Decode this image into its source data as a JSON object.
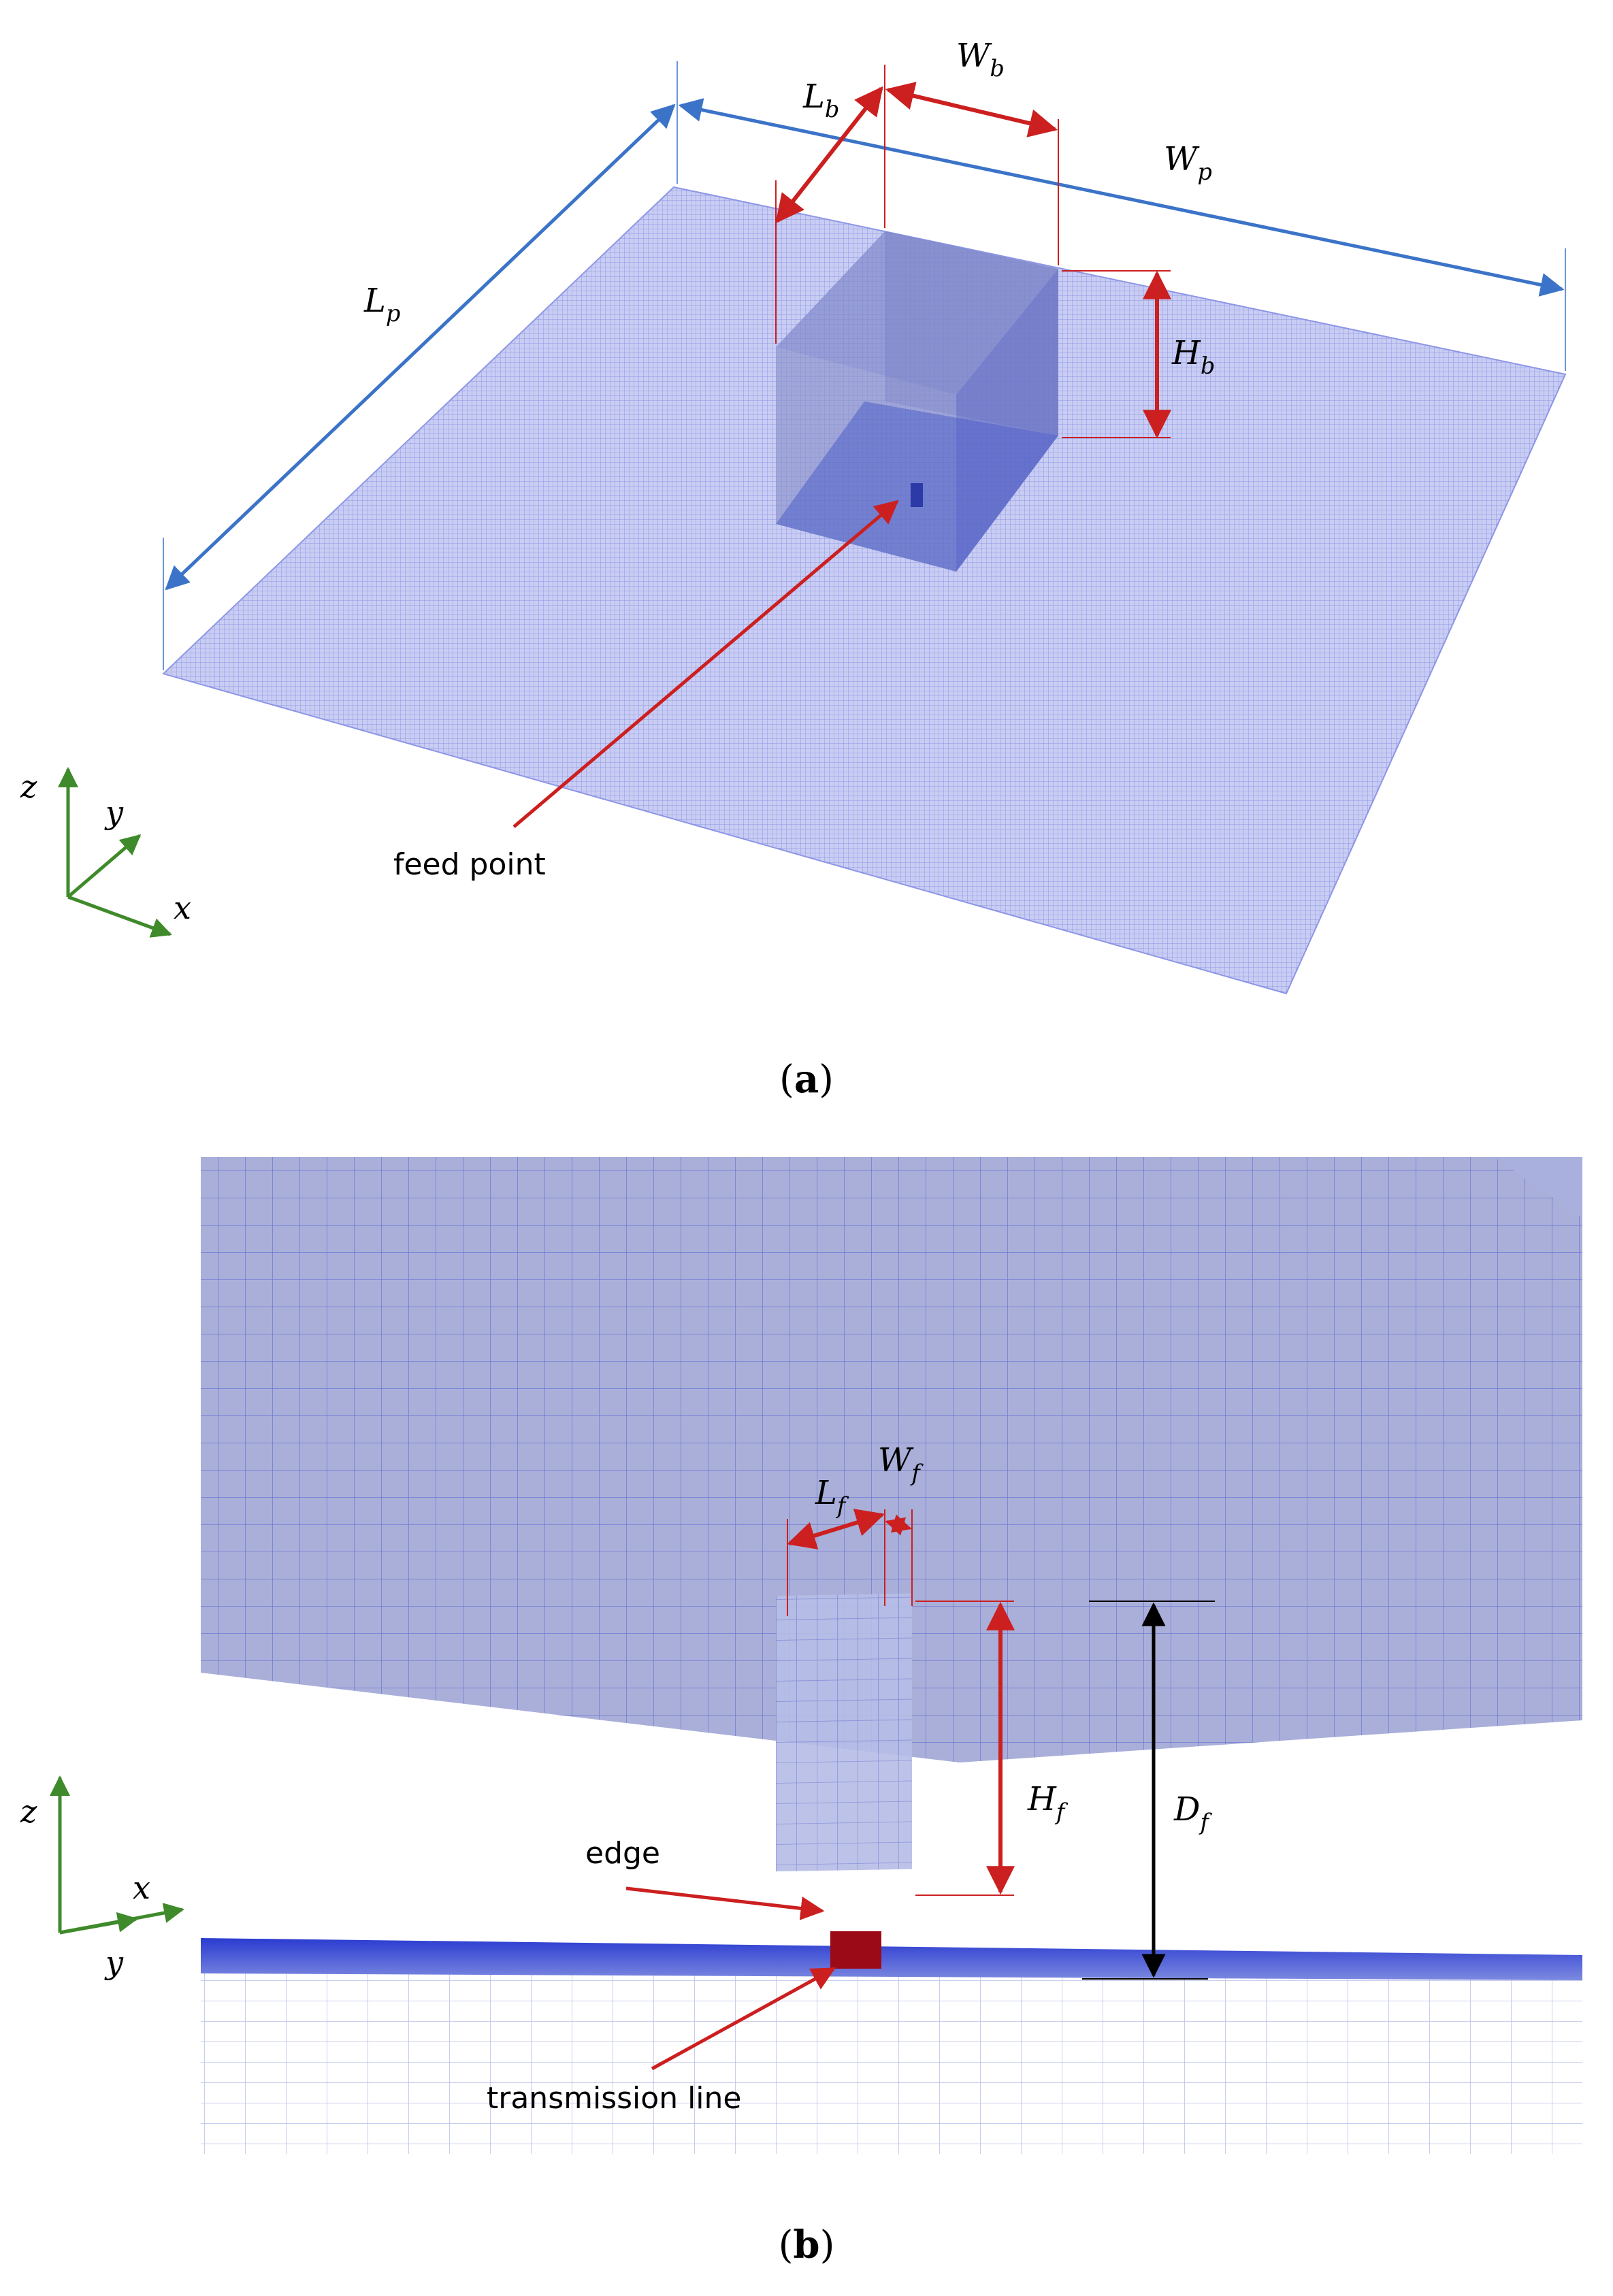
{
  "panel_a": {
    "caption_open": "(",
    "caption_letter": "a",
    "caption_close": ")",
    "labels": {
      "Lp": {
        "main": "L",
        "sub": "p"
      },
      "Wp": {
        "main": "W",
        "sub": "p"
      },
      "Lb": {
        "main": "L",
        "sub": "b"
      },
      "Wb": {
        "main": "W",
        "sub": "b"
      },
      "Hb": {
        "main": "H",
        "sub": "b"
      }
    },
    "annotation": "feed point",
    "axes": {
      "z": "z",
      "y": "y",
      "x": "x"
    }
  },
  "panel_b": {
    "caption_open": "(",
    "caption_letter": "b",
    "caption_close": ")",
    "labels": {
      "Lf": {
        "main": "L",
        "sub": "f"
      },
      "Wf": {
        "main": "W",
        "sub": "f"
      },
      "Hf": {
        "main": "H",
        "sub": "f"
      },
      "Df": {
        "main": "D",
        "sub": "f"
      }
    },
    "annotations": {
      "edge": "edge",
      "transmission_line": "transmission line"
    },
    "axes": {
      "z": "z",
      "x": "x",
      "y": "y"
    }
  },
  "colors": {
    "dimension_red": "#cc1f1f",
    "dimension_blue": "#3b73c8",
    "dimension_black": "#000000",
    "axis_green": "#3f8a2a",
    "mesh_blue": "#4a5fd0",
    "transmission_line": "#9b0a17"
  }
}
